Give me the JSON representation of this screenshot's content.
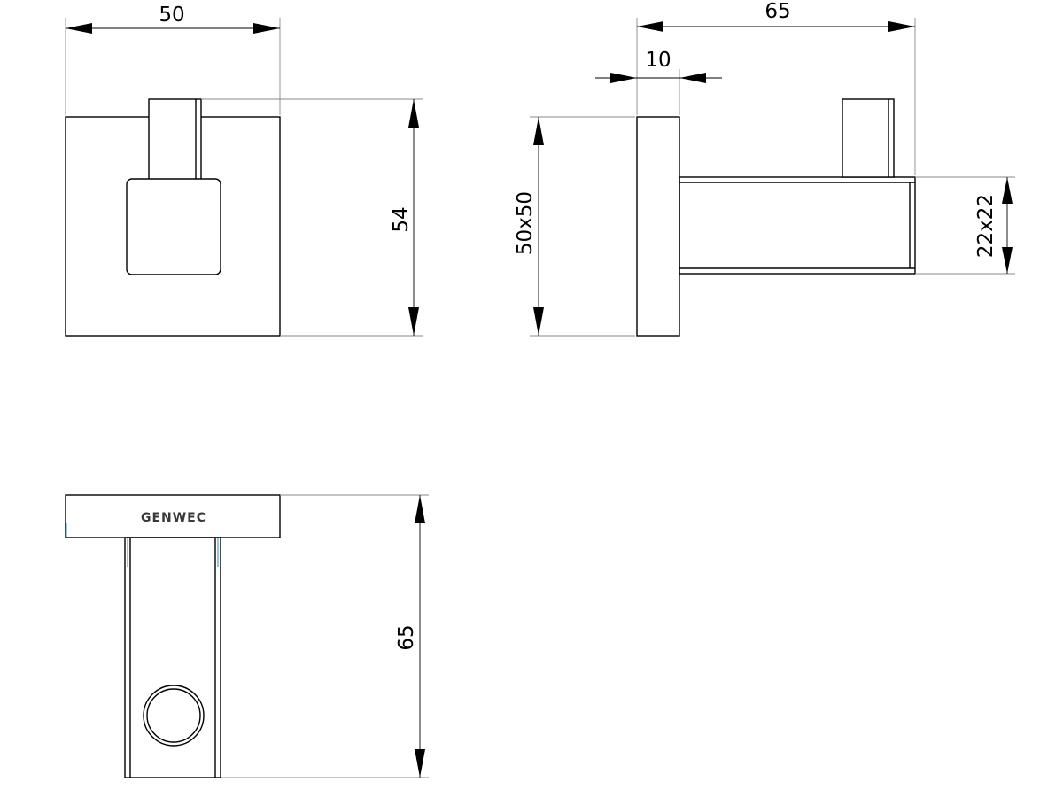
{
  "brand": {
    "logo_text": "GENWEC"
  },
  "dimensions": {
    "front_width": "50",
    "front_height": "54",
    "side_depth": "65",
    "side_plate_thickness": "10",
    "side_plate_size": "50x50",
    "side_bar_section": "22x22",
    "top_depth": "65"
  },
  "colors": {
    "line": "#000000",
    "extension_line": "#8a8a8a",
    "accent": "#7fb7cc"
  }
}
